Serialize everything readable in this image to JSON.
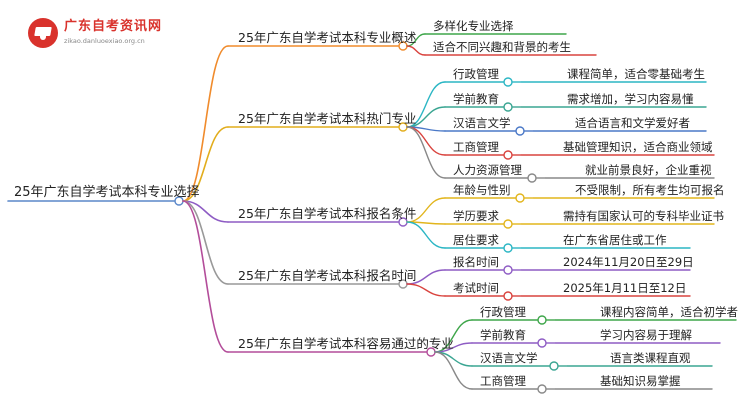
{
  "logo": {
    "title": "广东自考资讯网",
    "subtitle": "zikao.danluoexiao.org.cn"
  },
  "root": {
    "label": "25年广东自学考试本科专业选择"
  },
  "colors": {
    "root": "#5a87c9",
    "b0": "#f08b2c",
    "b1": "#e2ad1c",
    "b2": "#8e5cc4",
    "b3": "#999999",
    "b4": "#b34d9a",
    "l_green": "#3ea64a",
    "l_red": "#d9433e",
    "l_cyan": "#2bb6c4",
    "l_teal": "#3aa592",
    "l_blue": "#4a78c7",
    "l_yellow": "#e2b51c",
    "l_purple": "#8e5cc4",
    "l_gray": "#888888"
  },
  "branches": [
    {
      "label": "25年广东自学考试本科专业概述",
      "leaves": [
        {
          "label": "多样化专业选择",
          "desc": ""
        },
        {
          "label": "适合不同兴趣和背景的考生",
          "desc": ""
        }
      ]
    },
    {
      "label": "25年广东自学考试本科热门专业",
      "leaves": [
        {
          "label": "行政管理",
          "desc": "课程简单，适合零基础考生"
        },
        {
          "label": "学前教育",
          "desc": "需求增加，学习内容易懂"
        },
        {
          "label": "汉语言文学",
          "desc": "适合语言和文学爱好者"
        },
        {
          "label": "工商管理",
          "desc": "基础管理知识，适合商业领域"
        },
        {
          "label": "人力资源管理",
          "desc": "就业前景良好，企业重视"
        }
      ]
    },
    {
      "label": "25年广东自学考试本科报名条件",
      "leaves": [
        {
          "label": "年龄与性别",
          "desc": "不受限制，所有考生均可报名"
        },
        {
          "label": "学历要求",
          "desc": "需持有国家认可的专科毕业证书"
        },
        {
          "label": "居住要求",
          "desc": "在广东省居住或工作"
        }
      ]
    },
    {
      "label": "25年广东自学考试本科报名时间",
      "leaves": [
        {
          "label": "报名时间",
          "desc": "2024年11月20日至29日"
        },
        {
          "label": "考试时间",
          "desc": "2025年1月11日至12日"
        }
      ]
    },
    {
      "label": "25年广东自学考试本科容易通过的专业",
      "leaves": [
        {
          "label": "行政管理",
          "desc": "课程内容简单，适合初学者"
        },
        {
          "label": "学前教育",
          "desc": "学习内容易于理解"
        },
        {
          "label": "汉语言文学",
          "desc": "语言类课程直观"
        },
        {
          "label": "工商管理",
          "desc": "基础知识易掌握"
        }
      ]
    }
  ]
}
